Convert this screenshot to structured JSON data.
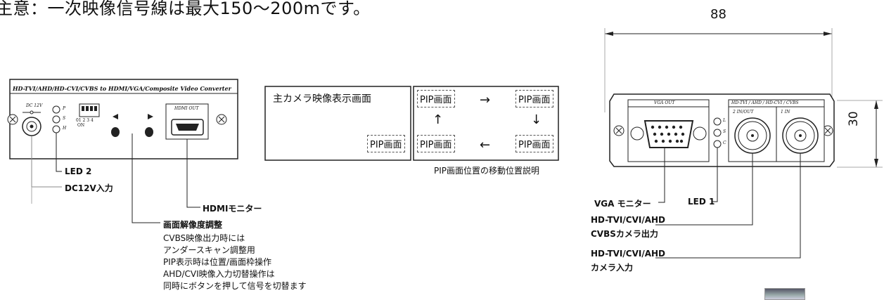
{
  "note": "主意：一次映像信号線は最大150〜200mです。",
  "front_panel": {
    "title": "HD-TVI/AHD/HD-CVI/CVBS to HDMI/VGA/Composite Video Converter",
    "dc_label": "DC 12V",
    "led_labels": [
      "P",
      "S",
      "H"
    ],
    "dip_numbers": "01 2 3 4",
    "dip_on": "ON",
    "hdmi_label": "HDMI OUT"
  },
  "callouts_left": {
    "led2": "LED 2",
    "dc_input": "DC12V入力",
    "hdmi_monitor": "HDMIモニター",
    "resolution_title": "画面解像度調整",
    "resolution_lines": [
      "CVBS映像出力時には",
      "アンダースキャン調整用",
      "PIP表示時は位置/画面枠操作",
      "AHD/CVI映像入力切替操作は",
      "同時にボタンを押して信号を切替ます"
    ]
  },
  "pip_diagram": {
    "main_label": "主カメラ映像表示画面",
    "pip_label": "PIP画面",
    "arrows": [
      "→",
      "↓",
      "←",
      "↑"
    ],
    "caption": "PIP画面位置の移動位置説明"
  },
  "rear_panel": {
    "dimension_width": "88",
    "dimension_height": "30",
    "vga_label": "VGA OUT",
    "bnc_header": "HD-TVI / AHD / HD-CVI / CVBS",
    "bnc2_label": "2 IN/OUT",
    "bnc1_label": "1 IN",
    "led_labels": [
      "L",
      "S",
      "C"
    ]
  },
  "callouts_right": {
    "vga_monitor": "VGA モニター",
    "led1": "LED 1",
    "cvbs_out_line1": "HD-TVI/CVI/AHD",
    "cvbs_out_line2": "CVBSカメラ出力",
    "cam_in_line1": "HD-TVI/CVI/AHD",
    "cam_in_line2": "カメラ入力"
  }
}
